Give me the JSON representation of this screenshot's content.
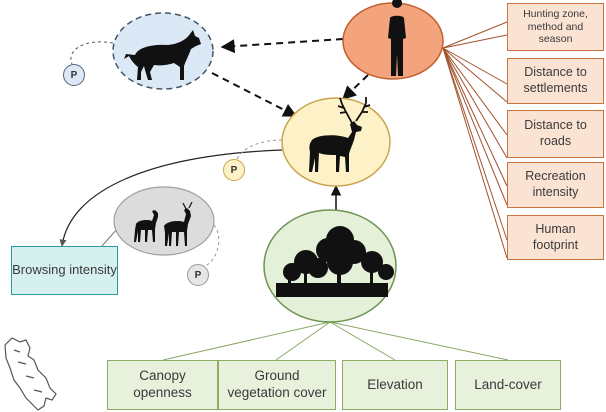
{
  "nodes": {
    "wolf": {
      "label": "",
      "icon": "wolf-silhouette-icon",
      "fill": "#dbe8f5",
      "stroke": "#445566"
    },
    "human": {
      "label": "",
      "icon": "human-silhouette-icon",
      "fill": "#f4a47c",
      "stroke": "#c06030"
    },
    "red_deer": {
      "label": "",
      "icon": "red-deer-silhouette-icon",
      "fill": "#fdf1c8",
      "stroke": "#c9a64b"
    },
    "roe_deer": {
      "label": "",
      "icon": "roe-deer-pair-silhouette-icon",
      "fill": "#dcdcdc",
      "stroke": "#a0a0a0"
    },
    "forest": {
      "label": "",
      "icon": "forest-silhouette-icon",
      "fill": "#e4f0d8",
      "stroke": "#6d9450"
    }
  },
  "human_factors": [
    "Hunting zone, method and season",
    "Distance to settlements",
    "Distance to roads",
    "Recreation intensity",
    "Human footprint"
  ],
  "habitat_factors": [
    "Canopy openness",
    "Ground vegetation cover",
    "Elevation",
    "Land-cover"
  ],
  "browsing": "Browsing intensity",
  "p_label": "P",
  "map_icon": "study-area-outline-icon",
  "colors": {
    "human_box_fill": "#fbe3d3",
    "human_box_stroke": "#c9743f",
    "habitat_box_fill": "#e7f1dc",
    "habitat_box_stroke": "#8aad63",
    "browsing_fill": "#d6efef",
    "browsing_stroke": "#2a9a9a",
    "connector_human": "#a0522d",
    "connector_habitat": "#8aa868"
  }
}
